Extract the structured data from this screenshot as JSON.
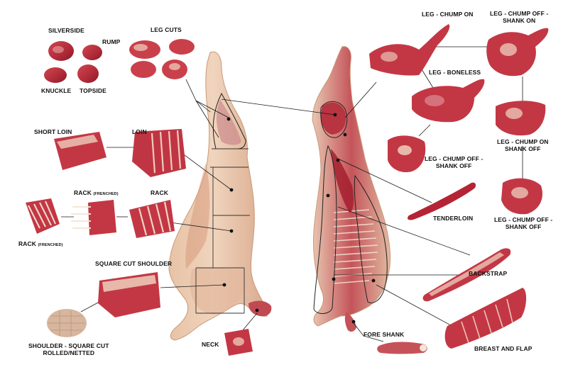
{
  "colors": {
    "meat": "#b62a3a",
    "meat_dark": "#8e1c2a",
    "meat_light": "#d6575e",
    "fat": "#ecd3bf",
    "fat_dark": "#d8b596",
    "bone": "#f3e6d6",
    "outline": "#222222",
    "line": "#1a1a1a",
    "dot": "#111111"
  },
  "labels": {
    "silverside": "SILVERSIDE",
    "rump": "RUMP",
    "knuckle": "KNUCKLE",
    "topside": "TOPSIDE",
    "leg_cuts": "LEG CUTS",
    "short_loin": "SHORT LOIN",
    "loin": "LOIN",
    "rack_frenched_top": "RACK",
    "rack_frenched_top_suffix": "(FRENCHED)",
    "rack": "RACK",
    "rack_frenched_left": "RACK",
    "rack_frenched_left_suffix": "(FRENCHED)",
    "square_cut_shoulder": "SQUARE CUT SHOULDER",
    "shoulder_rolled_1": "SHOULDER - SQUARE CUT",
    "shoulder_rolled_2": "ROLLED/NETTED",
    "neck": "NECK",
    "leg_chump_on": "LEG - CHUMP ON",
    "leg_chump_off_shank_on_1": "LEG - CHUMP OFF -",
    "leg_chump_off_shank_on_2": "SHANK ON",
    "leg_boneless": "LEG - BONELESS",
    "leg_chump_off_shank_off_1": "LEG - CHUMP OFF -",
    "leg_chump_off_shank_off_2": "SHANK OFF",
    "leg_chump_on_shank_off_1": "LEG - CHUMP ON",
    "leg_chump_on_shank_off_2": "SHANK OFF",
    "tenderloin": "TENDERLOIN",
    "leg_chump_off_shank_off_b_1": "LEG - CHUMP OFF -",
    "leg_chump_off_shank_off_b_2": "SHANK OFF",
    "backstrap": "BACKSTRAP",
    "fore_shank": "FORE SHANK",
    "breast_and_flap": "BREAST AND FLAP"
  }
}
